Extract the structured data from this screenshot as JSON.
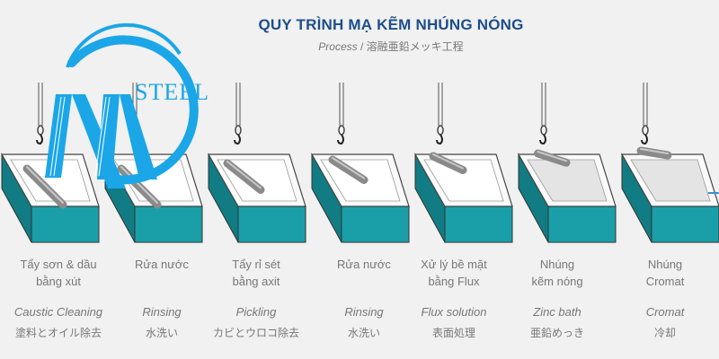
{
  "header": {
    "title": "QUY TRÌNH MẠ KẼM NHÚNG NÓNG",
    "subtitle_en": "Process",
    "subtitle_sep": " / ",
    "subtitle_ja": "溶融亜鉛メッキ工程"
  },
  "logo": {
    "text": "STEEL",
    "color": "#1ba6e8"
  },
  "colors": {
    "tank": "#1a9fa8",
    "tank_dark": "#117c84",
    "title": "#1d4e8a"
  },
  "steps": [
    {
      "vi1": "Tẩy sơn & dầu",
      "vi2": "bằng xút",
      "en": "Caustic Cleaning",
      "ja": "塗料とオイル除去"
    },
    {
      "vi1": "Rửa nước",
      "vi2": "",
      "en": "Rinsing",
      "ja": "水洗い"
    },
    {
      "vi1": "Tẩy rỉ sét",
      "vi2": "bằng axit",
      "en": "Pickling",
      "ja": "カビとウロコ除去"
    },
    {
      "vi1": "Rửa nước",
      "vi2": "",
      "en": "Rinsing",
      "ja": "水洗い"
    },
    {
      "vi1": "Xử lý bề mặt",
      "vi2": "bằng Flux",
      "en": "Flux solution",
      "ja": "表面処理"
    },
    {
      "vi1": "Nhúng",
      "vi2": "kẽm nóng",
      "en": "Zinc bath",
      "ja": "亜鉛めっき"
    },
    {
      "vi1": "Nhúng",
      "vi2": "Cromat",
      "en": "Cromat",
      "ja": "冷却"
    }
  ]
}
